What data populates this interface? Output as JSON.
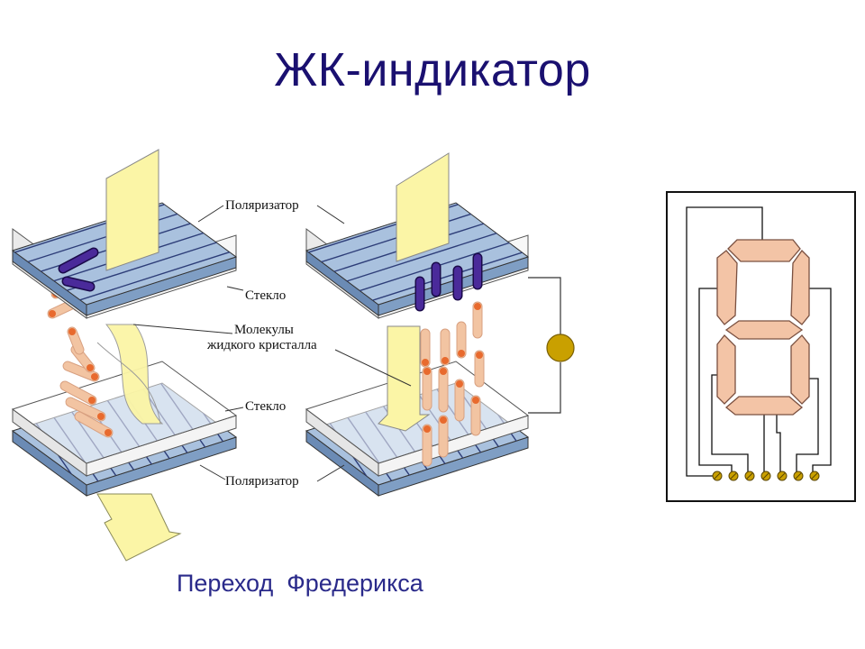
{
  "title": "ЖК-индикатор",
  "subtitle": "Переход  Фредерикса",
  "labels": {
    "polarizer_top": "Поляризатор",
    "glass_top": "Стекло",
    "molecules_line1": "Молекулы",
    "molecules_line2": "жидкого кристалла",
    "glass_bottom": "Стекло",
    "polarizer_bottom": "Поляризатор"
  },
  "colors": {
    "title": "#1a1070",
    "polarizer": "#a9c1de",
    "polarizer_stripe": "#2d3d78",
    "light": "#fbf5a6",
    "molecule": "#f2c4a2",
    "molecule_end": "#e86a2e",
    "molecule_dark": "#3a1f7a",
    "source": "#c9a000",
    "segment": "#f3c4a6"
  }
}
